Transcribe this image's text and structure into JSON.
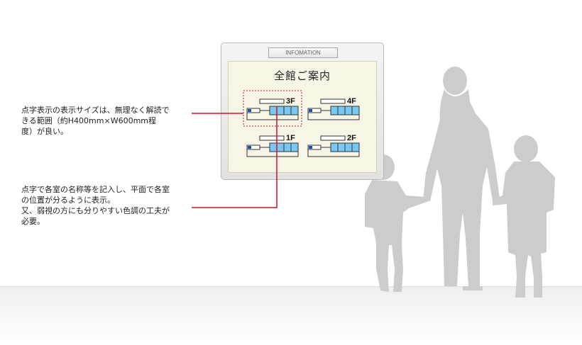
{
  "board": {
    "tab_label": "INFOMATION",
    "title": "全館ご案内",
    "floors": [
      "3F",
      "4F",
      "1F",
      "2F"
    ]
  },
  "notes": {
    "note1_lines": [
      "点字表示の表示サイズは、無理なく解読で",
      "きる範囲（約H400mm×W600mm程",
      "度）が良い。"
    ],
    "note2_lines": [
      "点字で各室の名称等を記入し、平面で各室",
      "の位置が分るように表示。",
      "又、弱視の方にも分りやすい色調の工夫が",
      "必要。"
    ]
  },
  "colors": {
    "callout_line": "#d0112b",
    "room_fill": "#79c8f2",
    "marker_fill": "#1a4fb5",
    "silhouette": "#cccccc"
  }
}
